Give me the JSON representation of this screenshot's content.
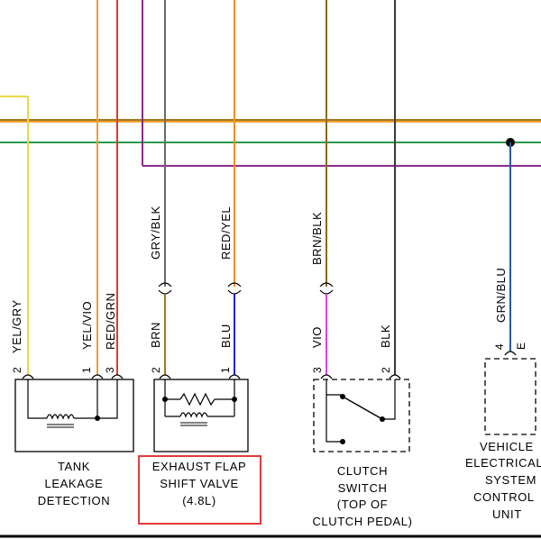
{
  "wire_colors": {
    "yellow": "#e8d84a",
    "orange": "#f0a030",
    "red": "#d83c2c",
    "brown": "#8a6a1c",
    "gray": "#6a6a6a",
    "green": "#2a9a4a",
    "violet": "#8a2a8a",
    "blue": "#2a2ad8",
    "magenta": "#e040e0",
    "black": "#3a3a3a",
    "steel_blue": "#2a5aa0",
    "highlight": "#e03c3c"
  },
  "wires": {
    "yel_gry": "YEL/GRY",
    "yel_vio": "YEL/VIO",
    "red_grn": "RED/GRN",
    "gry_blk": "GRY/BLK",
    "red_yel": "RED/YEL",
    "brn_blk": "BRN/BLK",
    "grn_blu": "GRN/BLU",
    "brn": "BRN",
    "blu": "BLU",
    "vio": "VIO",
    "blk": "BLK"
  },
  "pins": {
    "tank_2": "2",
    "tank_1": "1",
    "tank_3": "3",
    "flap_2": "2",
    "flap_1": "1",
    "clutch_3": "3",
    "clutch_2": "2",
    "vecu_4": "4",
    "vecu_e": "E"
  },
  "components": {
    "tank": {
      "line1": "TANK",
      "line2": "LEAKAGE",
      "line3": "DETECTION"
    },
    "flap": {
      "line1": "EXHAUST FLAP",
      "line2": "SHIFT VALVE",
      "line3": "(4.8L)"
    },
    "clutch": {
      "line1": "CLUTCH",
      "line2": "SWITCH",
      "line3": "(TOP OF",
      "line4": "CLUTCH PEDAL)"
    },
    "vecu": {
      "line1": "VEHICLE",
      "line2": "ELECTRICAL",
      "line3": "SYSTEM",
      "line4": "CONTROL",
      "line5": "UNIT"
    }
  }
}
